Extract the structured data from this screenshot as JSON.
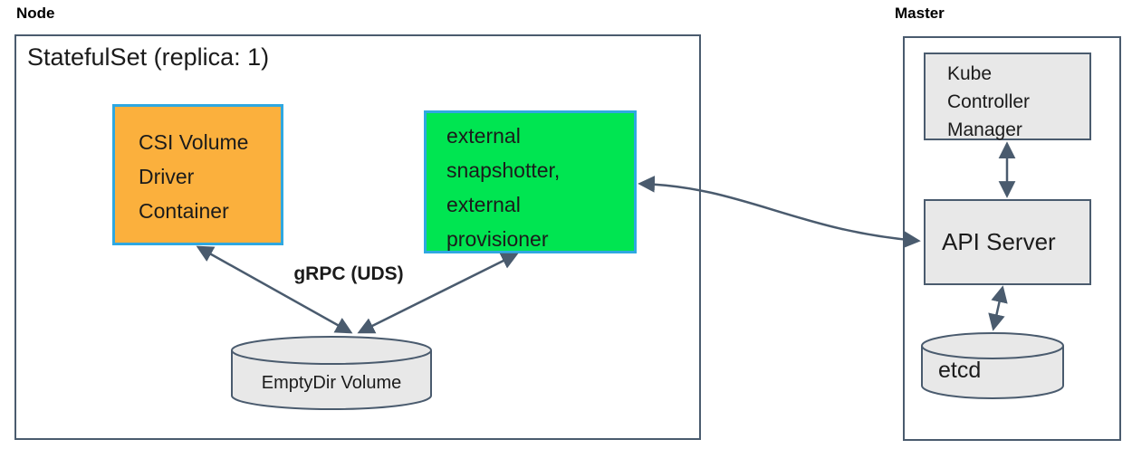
{
  "colors": {
    "line": "#4a5b6e",
    "box-border-cyan": "#2fa8e1",
    "csi-fill": "#fbb03d",
    "sidecar-fill": "#00e551",
    "gray-fill": "#e8e8e8",
    "text": "#1b1b1b",
    "background": "#ffffff"
  },
  "node": {
    "label": "Node",
    "title": "StatefulSet (replica: 1)",
    "csi_box": {
      "lines": [
        "CSI Volume",
        "Driver",
        "Container"
      ]
    },
    "sidecar_box": {
      "lines": [
        "external",
        "snapshotter,",
        "external",
        "provisioner"
      ]
    },
    "grpc_label": "gRPC (UDS)",
    "emptydir_label": "EmptyDir Volume"
  },
  "master": {
    "label": "Master",
    "kcm_box": {
      "lines": [
        "Kube",
        "Controller",
        "Manager"
      ]
    },
    "api_server_label": "API Server",
    "etcd_label": "etcd"
  }
}
